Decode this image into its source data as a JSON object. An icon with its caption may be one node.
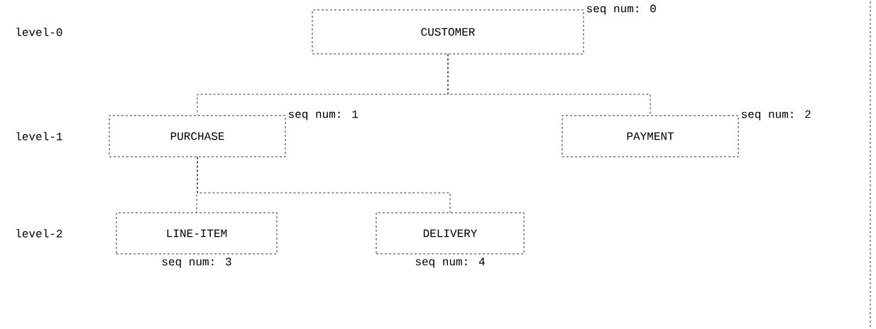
{
  "diagram": {
    "nodes": [
      {
        "text": [
          "CUSTOMER"
        ],
        "beside": [
          "seq num: 0"
        ]
      },
      {
        "text": [
          "PURCHASE"
        ],
        "beside": [
          "seq num: 1"
        ]
      },
      {
        "text": [
          "PAYMENT"
        ],
        "beside": [
          "seq num: 2"
        ]
      },
      {
        "text": [
          "LINE-ITEM"
        ],
        "beside": [
          "seq num: 3"
        ]
      },
      {
        "text": [
          "DELIVERY"
        ],
        "beside": [
          "seq num: 4"
        ]
      }
    ],
    "edges": [
      {
        "from": 0,
        "to": 1,
        "arrow": "none"
      },
      {
        "from": 0,
        "to": 2,
        "arrow": "none"
      },
      {
        "from": 1,
        "to": 3,
        "arrow": "none"
      },
      {
        "from": 1,
        "to": 4,
        "arrow": "none"
      }
    ],
    "labels": [
      "level-0",
      "level-1",
      "level-2"
    ]
  }
}
